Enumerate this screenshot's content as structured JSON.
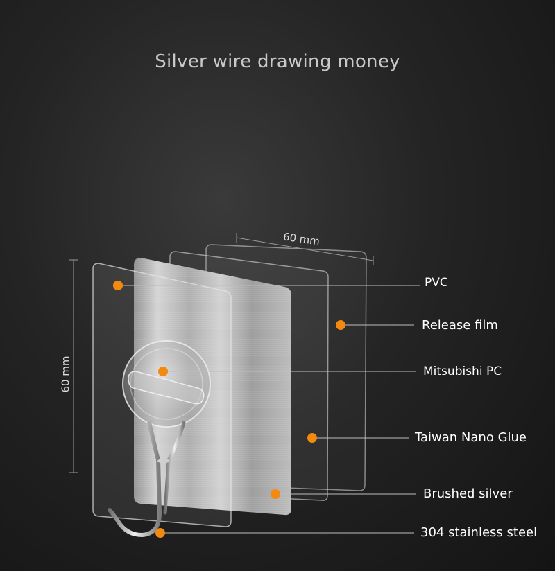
{
  "title": "Silver wire drawing money",
  "dimensions": {
    "width_label": "60 mm",
    "height_label": "60 mm"
  },
  "labels": [
    "PVC",
    "Release film",
    "Mitsubishi PC",
    "Taiwan Nano Glue",
    "Brushed silver",
    "304 stainless steel"
  ],
  "colors": {
    "marker": "#f28a10",
    "leader": "#b8b8b8",
    "background": "#1c1c1c"
  }
}
